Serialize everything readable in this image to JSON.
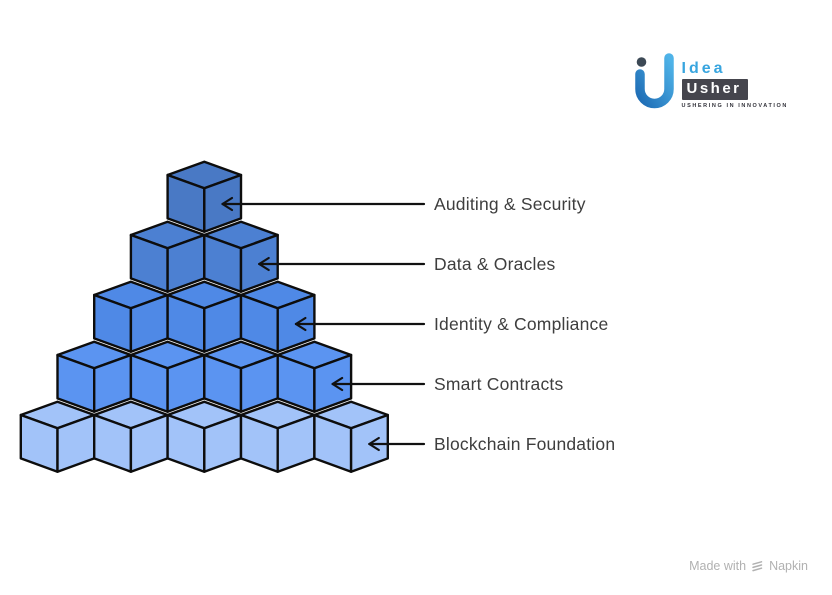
{
  "logo": {
    "brand_top": "Idea",
    "brand_bottom": "Usher",
    "tagline": "USHERING IN INNOVATION",
    "accent_color": "#38a5df",
    "box_color": "#45454d",
    "dot_color": "#3c4955"
  },
  "pyramid": {
    "outline_color": "#0d0d0d",
    "arrow_color": "#111111",
    "levels": [
      {
        "label": "Auditing & Security",
        "cubes": 1,
        "color": "#4979c5"
      },
      {
        "label": "Data & Oracles",
        "cubes": 2,
        "color": "#4c80d2"
      },
      {
        "label": "Identity & Compliance",
        "cubes": 3,
        "color": "#4f89e6"
      },
      {
        "label": "Smart Contracts",
        "cubes": 4,
        "color": "#5b94f1"
      },
      {
        "label": "Blockchain Foundation",
        "cubes": 5,
        "color": "#a2c3f9"
      }
    ]
  },
  "footer": {
    "made_with": "Made with",
    "app_name": "Napkin"
  }
}
